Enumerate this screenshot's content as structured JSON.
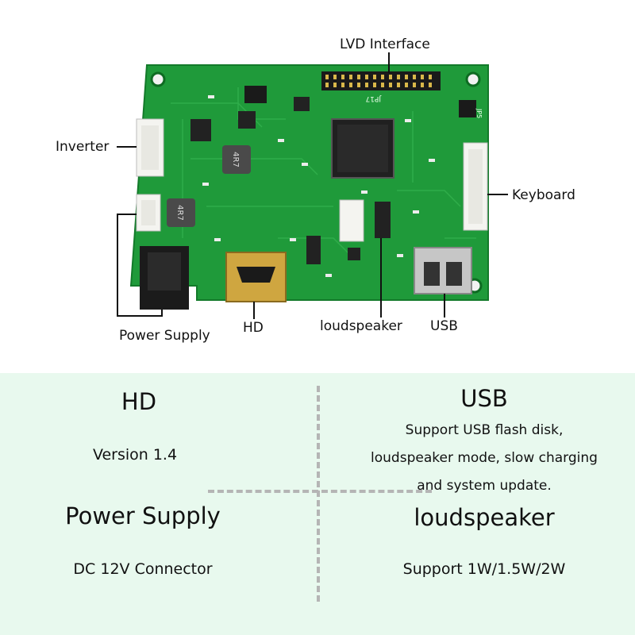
{
  "callouts": {
    "lvd": "LVD Interface",
    "inverter": "Inverter",
    "keyboard": "Keyboard",
    "power": "Power Supply",
    "hd": "HD",
    "loudspeaker": "loudspeaker",
    "usb": "USB"
  },
  "board": {
    "inductor_label": "4R7",
    "header_label": "JP17",
    "jp5_label": "JP5"
  },
  "panel": {
    "hd": {
      "title": "HD",
      "text": "Version 1.4"
    },
    "usb": {
      "title": "USB",
      "lines": [
        "Support USB flash disk,",
        "loudspeaker mode, slow charging",
        "and system update."
      ]
    },
    "power": {
      "title": "Power Supply",
      "text": "DC 12V Connector"
    },
    "loudspeaker": {
      "title": "loudspeaker",
      "text": "Support 1W/1.5W/2W"
    }
  },
  "colors": {
    "pcb": "#1f9a3a",
    "pcb_dark": "#137a2a",
    "panel_bg": "#e8f9ee",
    "divider": "#b5b5b5"
  }
}
